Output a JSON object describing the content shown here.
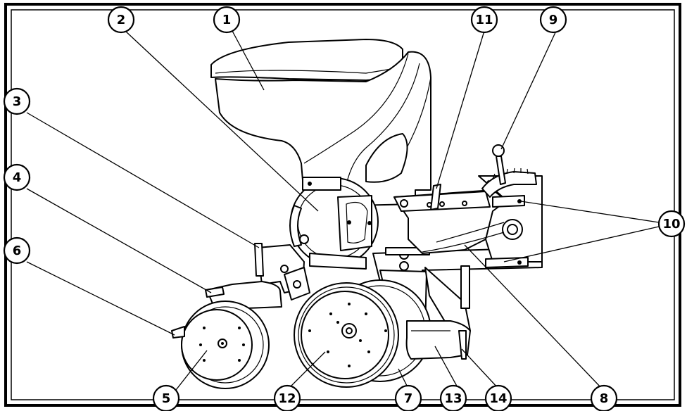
{
  "figure": {
    "callouts": [
      {
        "id": "callout-1",
        "label": "1"
      },
      {
        "id": "callout-2",
        "label": "2"
      },
      {
        "id": "callout-3",
        "label": "3"
      },
      {
        "id": "callout-4",
        "label": "4"
      },
      {
        "id": "callout-5",
        "label": "5"
      },
      {
        "id": "callout-6",
        "label": "6"
      },
      {
        "id": "callout-7",
        "label": "7"
      },
      {
        "id": "callout-8",
        "label": "8"
      },
      {
        "id": "callout-9",
        "label": "9"
      },
      {
        "id": "callout-10",
        "label": "10"
      },
      {
        "id": "callout-11",
        "label": "11"
      },
      {
        "id": "callout-12",
        "label": "12"
      },
      {
        "id": "callout-13",
        "label": "13"
      },
      {
        "id": "callout-14",
        "label": "14"
      }
    ]
  }
}
